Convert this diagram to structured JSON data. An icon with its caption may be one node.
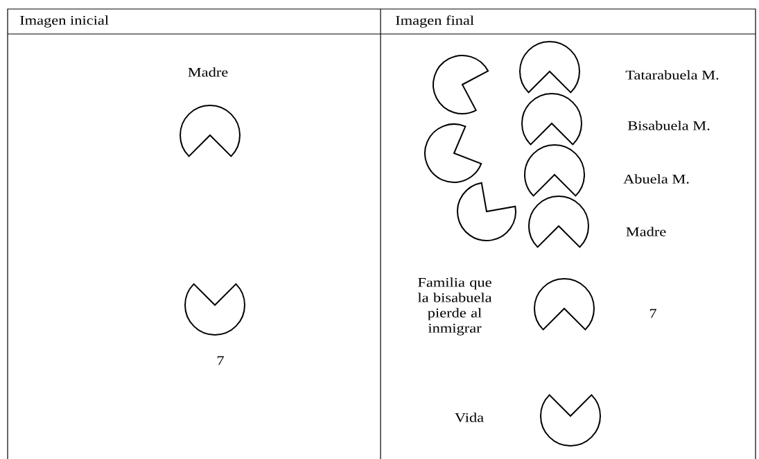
{
  "diagram": {
    "nodes": [
      {
        "text": [],
        "shape": "pie"
      },
      {
        "text": [],
        "shape": "pie"
      },
      {
        "text": [],
        "shape": "pie"
      },
      {
        "text": [],
        "shape": "pie"
      },
      {
        "text": [],
        "shape": "pie"
      },
      {
        "text": [],
        "shape": "pie"
      },
      {
        "text": [],
        "shape": "pie"
      },
      {
        "text": [],
        "shape": "pie"
      },
      {
        "text": [],
        "shape": "pie"
      },
      {
        "text": [],
        "shape": "pie"
      },
      {
        "text": [],
        "shape": "pie"
      }
    ],
    "labels": [
      "Imagen inicial",
      "Imagen final",
      "Madre",
      "7",
      "Tatarabuela M.",
      "Bisabuela M.",
      "Abuela M.",
      "Madre",
      "Familia que la bisabuela pierde al inmigrar",
      "7",
      "Vida"
    ]
  }
}
